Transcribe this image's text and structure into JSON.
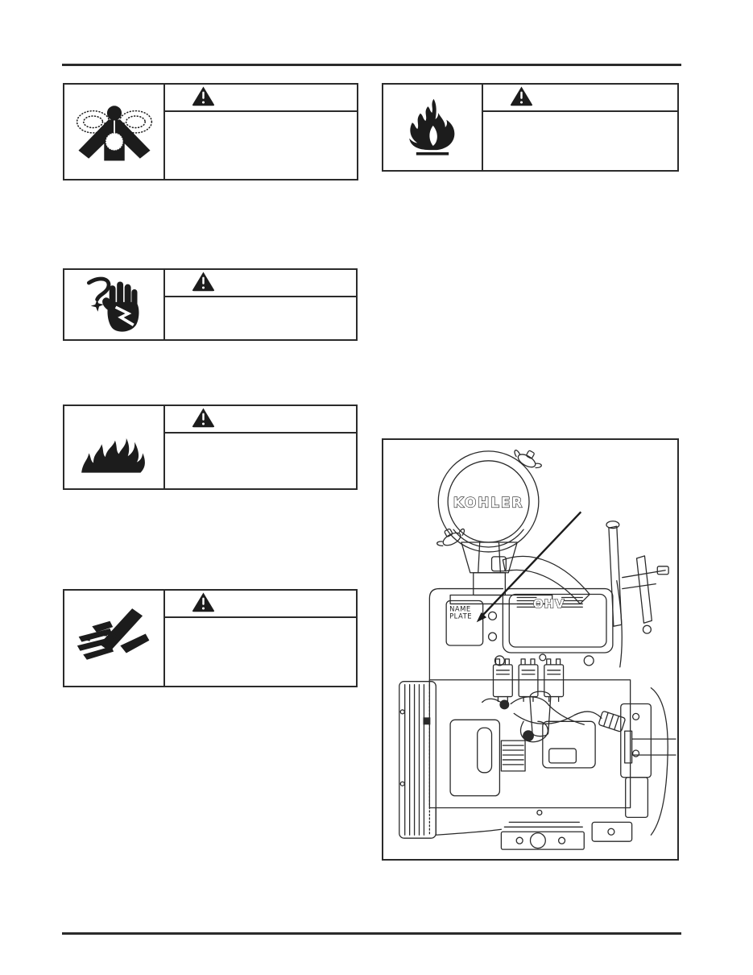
{
  "page": {
    "background": "#ffffff",
    "ink": "#1c1c1c",
    "box_border": "#2b2b2b",
    "type": "engine-service-manual-safety-page"
  },
  "warning_boxes": [
    {
      "id": "lethal-gases",
      "icon": "lethal-gases-icon",
      "header_icon": "warning-triangle-icon"
    },
    {
      "id": "explosive-fuel",
      "icon": "explosive-fuel-icon",
      "header_icon": "warning-triangle-icon"
    },
    {
      "id": "electrical-shock",
      "icon": "electrical-shock-icon",
      "header_icon": "warning-triangle-icon"
    },
    {
      "id": "fire-hazard",
      "icon": "fire-hazard-icon",
      "header_icon": "warning-triangle-icon"
    },
    {
      "id": "fluid-injection",
      "icon": "fluid-injection-icon",
      "header_icon": "warning-triangle-icon"
    }
  ],
  "figure": {
    "labels": {
      "kohler_logo": "KOHLER",
      "ohv_badge": "OHV",
      "name_plate_line1": "NAME",
      "name_plate_line2": "PLATE"
    }
  }
}
